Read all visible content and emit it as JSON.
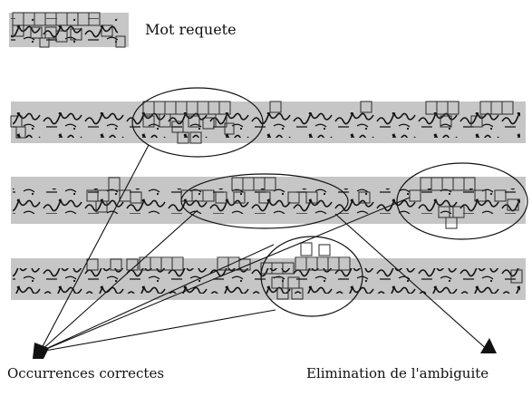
{
  "labels": {
    "query_word": "Mot requete",
    "correct_occurrences": "Occurrences correctes",
    "ambiguity_elimination": "Elimination de l'ambiguite"
  },
  "colors": {
    "band": "#c6c6c6",
    "ink": "#111111",
    "box": "#2a2a2a",
    "background": "#ffffff"
  },
  "icons": {
    "query_word_image": "handwritten-arabic-word",
    "text_lines": "handwritten-arabic-script",
    "arrow_heads": "filled-triangle"
  }
}
